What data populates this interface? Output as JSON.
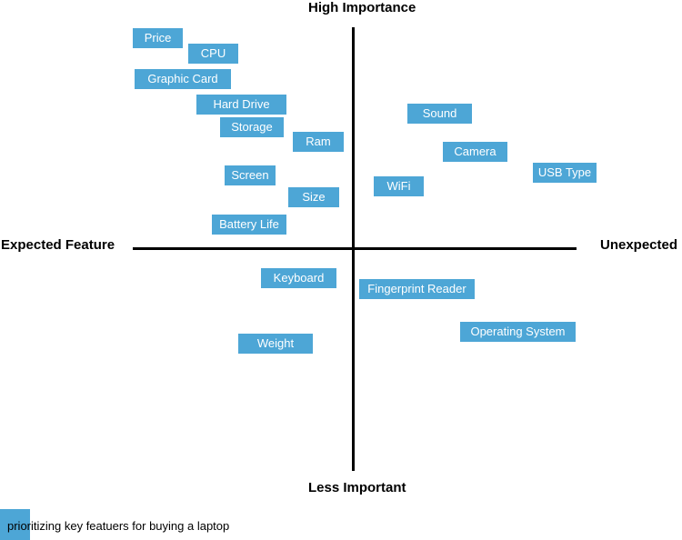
{
  "axes": {
    "top": "High Importance",
    "bottom": "Less Important",
    "left": "Expected Feature",
    "right": "Unexpected"
  },
  "features": [
    "Price",
    "CPU",
    "Graphic Card",
    "Hard Drive",
    "Storage",
    "Ram",
    "Screen",
    "Size",
    "Battery Life",
    "Sound",
    "Camera",
    "USB Type",
    "WiFi",
    "Keyboard",
    "Fingerprint Reader",
    "Operating System",
    "Weight"
  ],
  "legend": {
    "text": "prioritizing key featuers for buying a laptop"
  },
  "colors": {
    "tag": "#4da6d6",
    "axis": "#000000",
    "tag_text": "#ffffff"
  }
}
